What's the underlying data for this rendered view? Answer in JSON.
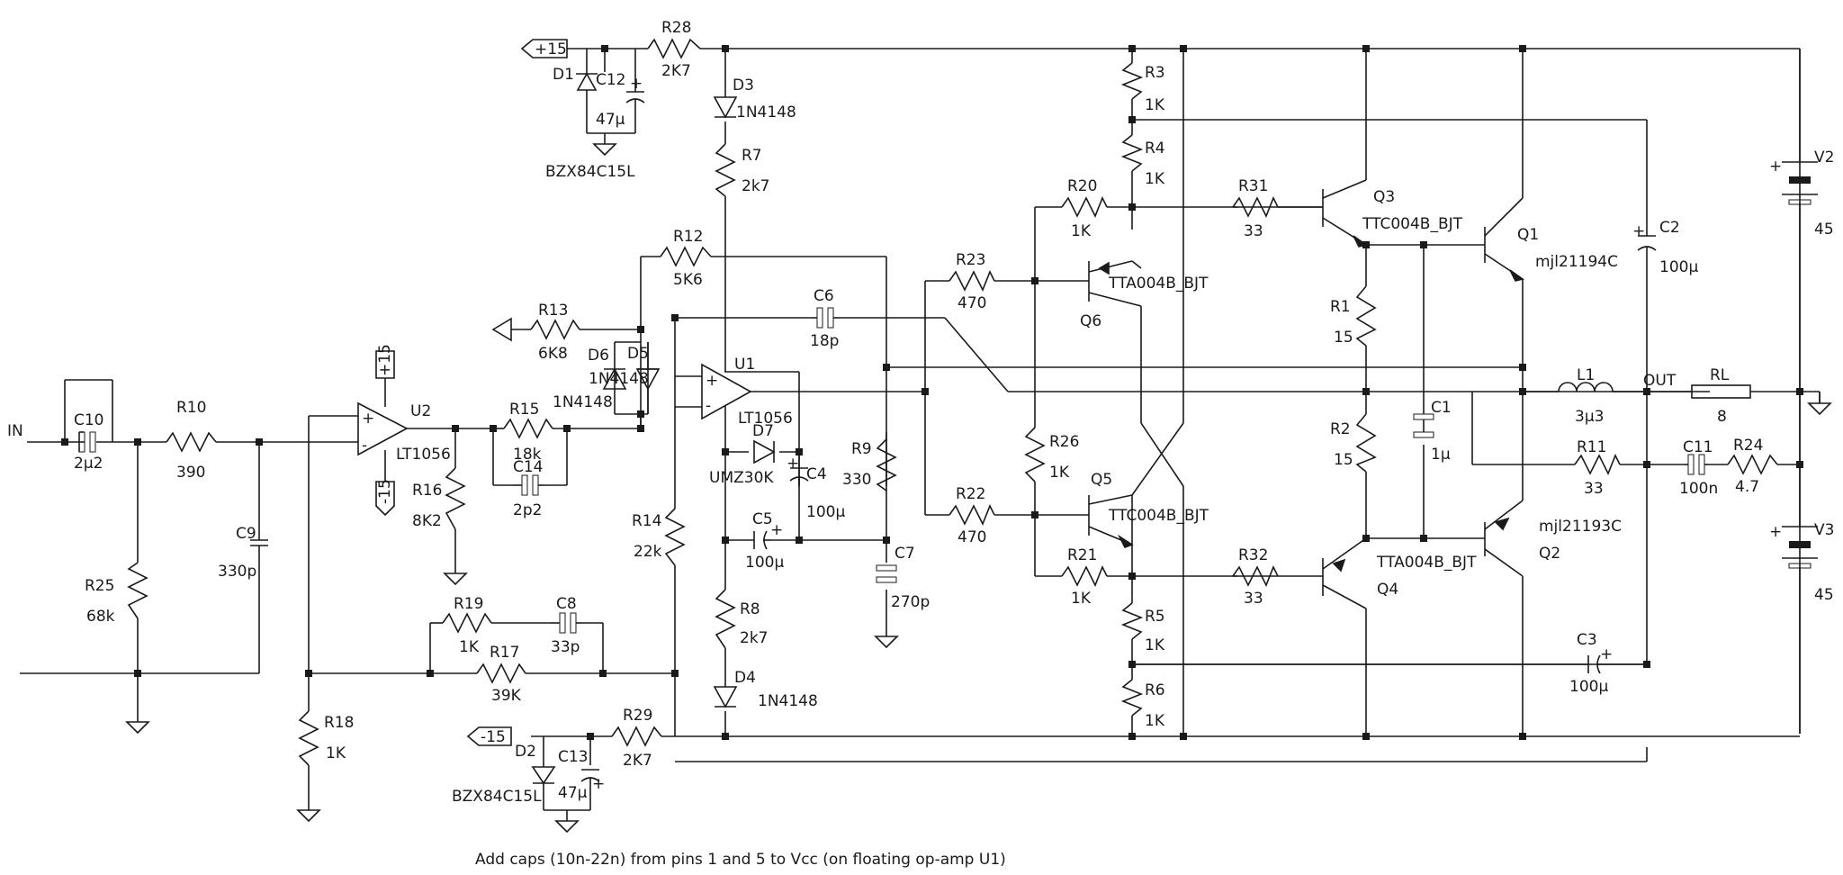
{
  "note": "Add caps (10n-22n) from pins 1 and 5 to Vcc (on floating op-amp U1)",
  "labels": {
    "in": "IN",
    "out": "OUT",
    "pos15": "+15",
    "neg15": "-15",
    "plus": "+",
    "minus": "-",
    "u1": "U1",
    "u1_model": "LT1056",
    "u2": "U2",
    "u2_model": "LT1056",
    "c10": "C10",
    "c10_v": "2µ2",
    "r10": "R10",
    "r10_v": "390",
    "r25": "R25",
    "r25_v": "68k",
    "c9": "C9",
    "c9_v": "330p",
    "r16": "R16",
    "r16_v": "8K2",
    "r15": "R15",
    "r15_v": "18k",
    "c14": "C14",
    "c14_v": "2p2",
    "r18": "R18",
    "r18_v": "1K",
    "r19": "R19",
    "r19_v": "1K",
    "c8": "C8",
    "c8_v": "33p",
    "r17": "R17",
    "r17_v": "39K",
    "r13": "R13",
    "r13_v": "6K8",
    "r12": "R12",
    "r12_v": "5K6",
    "d6": "D6",
    "d5": "D5",
    "d56_v": "1N4148",
    "r14": "R14",
    "r14_v": "22k",
    "r28": "R28",
    "r28_v": "2K7",
    "d1": "D1",
    "c12": "C12",
    "c12_v": "47µ",
    "d1_v": "BZX84C15L",
    "r29": "R29",
    "r29_v": "2K7",
    "d2": "D2",
    "c13": "C13",
    "c13_v": "47µ",
    "d2_v": "BZX84C15L",
    "d3": "D3",
    "d3_v": "1N4148",
    "r7": "R7",
    "r7_v": "2k7",
    "c6": "C6",
    "c6_v": "18p",
    "d7": "D7",
    "d7_v": "UMZ30K",
    "c4": "C4",
    "c4_v": "100µ",
    "c5": "C5",
    "c5_v": "100µ",
    "r8": "R8",
    "r8_v": "2k7",
    "d4": "D4",
    "d4_v": "1N4148",
    "r9": "R9",
    "r9_v": "330",
    "c7": "C7",
    "c7_v": "270p",
    "r23": "R23",
    "r23_v": "470",
    "r22": "R22",
    "r22_v": "470",
    "r26": "R26",
    "r26_v": "1K",
    "r20": "R20",
    "r20_v": "1K",
    "r21": "R21",
    "r21_v": "1K",
    "q6": "Q6",
    "q6_v": "TTA004B_BJT",
    "q5": "Q5",
    "q5_v": "TTC004B_BJT",
    "r3": "R3",
    "r3_v": "1K",
    "r4": "R4",
    "r4_v": "1K",
    "r5": "R5",
    "r5_v": "1K",
    "r6": "R6",
    "r6_v": "1K",
    "r31": "R31",
    "r31_v": "33",
    "r32": "R32",
    "r32_v": "33",
    "q3": "Q3",
    "q3_v": "TTC004B_BJT",
    "q4": "Q4",
    "q4_v": "TTA004B_BJT",
    "r1": "R1",
    "r1_v": "15",
    "r2": "R2",
    "r2_v": "15",
    "c1": "C1",
    "c1_v": "1µ",
    "q1": "Q1",
    "q1_v": "mjl21194C",
    "q2": "Q2",
    "q2_v": "mjl21193C",
    "c2": "C2",
    "c2_v": "100µ",
    "c3": "C3",
    "c3_v": "100µ",
    "l1": "L1",
    "l1_v": "3µ3",
    "rl": "RL",
    "rl_v": "8",
    "r11": "R11",
    "r11_v": "33",
    "c11": "C11",
    "c11_v": "100n",
    "r24": "R24",
    "r24_v": "4.7",
    "v2": "V2",
    "v2_v": "45",
    "v3": "V3",
    "v3_v": "45"
  }
}
